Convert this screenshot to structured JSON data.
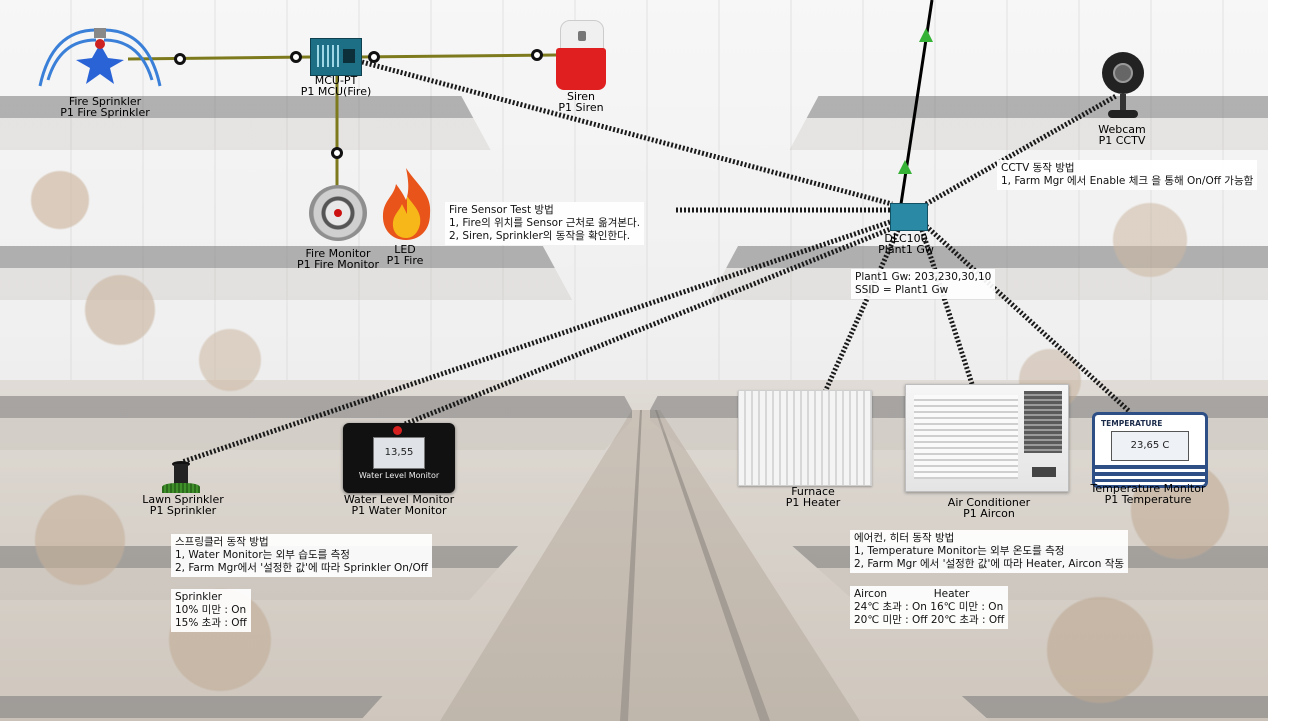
{
  "devices": {
    "fire_sprinkler": {
      "type": "Fire Sprinkler",
      "name": "P1 Fire Sprinkler",
      "icon": "fire-sprinkler-icon"
    },
    "mcu": {
      "type": "MCU-PT",
      "name": "P1 MCU(Fire)",
      "icon": "mcu-board-icon"
    },
    "siren": {
      "type": "Siren",
      "name": "P1 Siren",
      "icon": "siren-icon"
    },
    "fire_monitor": {
      "type": "Fire Monitor",
      "name": "P1 Fire Monitor",
      "icon": "fire-monitor-icon"
    },
    "led": {
      "type": "LED",
      "name": "P1 Fire",
      "icon": "flame-icon"
    },
    "gateway": {
      "type": "DLC100",
      "name": "Plant1 Gw",
      "icon": "gateway-icon"
    },
    "webcam": {
      "type": "Webcam",
      "name": "P1 CCTV",
      "icon": "webcam-icon"
    },
    "lawn_sprinkler": {
      "type": "Lawn Sprinkler",
      "name": "P1 Sprinkler",
      "icon": "lawn-sprinkler-icon"
    },
    "water_monitor": {
      "type": "Water Level Monitor",
      "name": "P1 Water Monitor",
      "display": "13,55",
      "caption": "Water Level Monitor",
      "icon": "water-level-monitor-icon"
    },
    "furnace": {
      "type": "Furnace",
      "name": "P1 Heater",
      "icon": "radiator-icon"
    },
    "aircon": {
      "type": "Air Conditioner",
      "name": "P1 Aircon",
      "icon": "air-conditioner-icon"
    },
    "temp_monitor": {
      "type": "Temperature Monitor",
      "name": "P1 Temperature",
      "display": "23,65 C",
      "header": "TEMPERATURE",
      "icon": "temperature-monitor-icon"
    }
  },
  "notes": {
    "fire_test": [
      "Fire Sensor Test 방법",
      "1, Fire의 위치를 Sensor 근처로 옮겨본다.",
      "2, Siren, Sprinkler의 동작을 확인한다."
    ],
    "cctv": [
      "CCTV 동작 방법",
      "1, Farm Mgr 에서 Enable 체크 을 통해 On/Off 가능함"
    ],
    "gateway_info": [
      "Plant1 Gw: 203,230,30,10",
      "SSID = Plant1 Gw"
    ],
    "sprinkler_method": [
      "스프링클러 동작 방법",
      "1, Water Monitor는 외부 습도를 측정",
      "2, Farm Mgr에서 '설정한 값'에 따라 Sprinkler On/Off"
    ],
    "sprinkler_rule": [
      "Sprinkler",
      "10% 미만 : On",
      "15% 초과 : Off"
    ],
    "hvac_method": [
      "에어컨, 히터 동작 방법",
      "1, Temperature Monitor는 외부 온도를 측정",
      "2, Farm Mgr 에서 '설정한 값'에 따라 Heater, Aircon 작동"
    ],
    "hvac_rule": [
      "Aircon              Heater",
      "24℃ 초과 : On 16℃ 미만 : On",
      "20℃ 미만 : Off 20℃ 초과 : Off"
    ]
  },
  "colors": {
    "wired_link": "#7d7a1e",
    "wireless_link": "#1a1a1a",
    "uplink": "#000000",
    "uplink_arrow": "#36b336"
  }
}
